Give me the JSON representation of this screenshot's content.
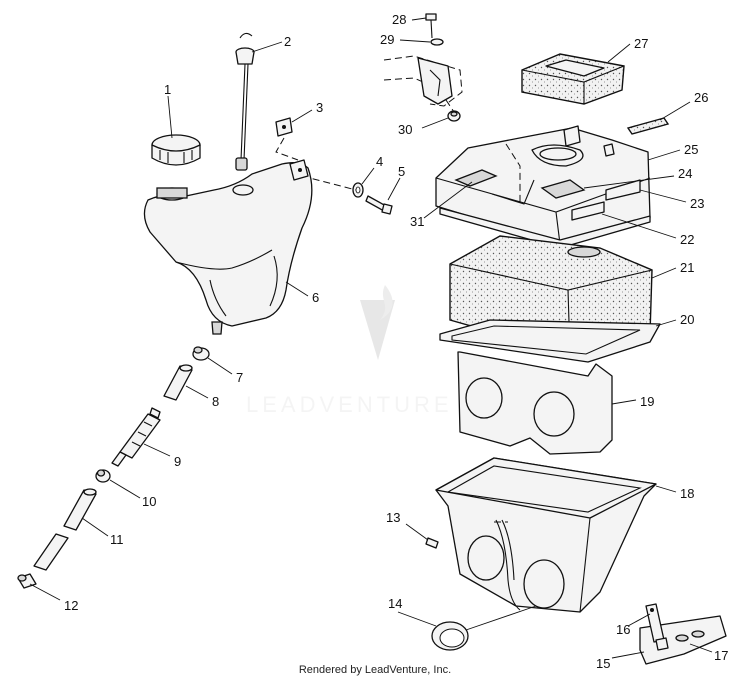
{
  "callouts": {
    "c1": "1",
    "c2": "2",
    "c3": "3",
    "c4": "4",
    "c5": "5",
    "c6": "6",
    "c7": "7",
    "c8": "8",
    "c9": "9",
    "c10": "10",
    "c11": "11",
    "c12": "12",
    "c13": "13",
    "c14": "14",
    "c15": "15",
    "c16": "16",
    "c17": "17",
    "c18": "18",
    "c19": "19",
    "c20": "20",
    "c21": "21",
    "c22": "22",
    "c23": "23",
    "c24": "24",
    "c25": "25",
    "c26": "26",
    "c27": "27",
    "c28": "28",
    "c29": "29",
    "c30": "30",
    "c31": "31"
  },
  "watermark": "LEADVENTURE",
  "footer": "Rendered by LeadVenture, Inc."
}
